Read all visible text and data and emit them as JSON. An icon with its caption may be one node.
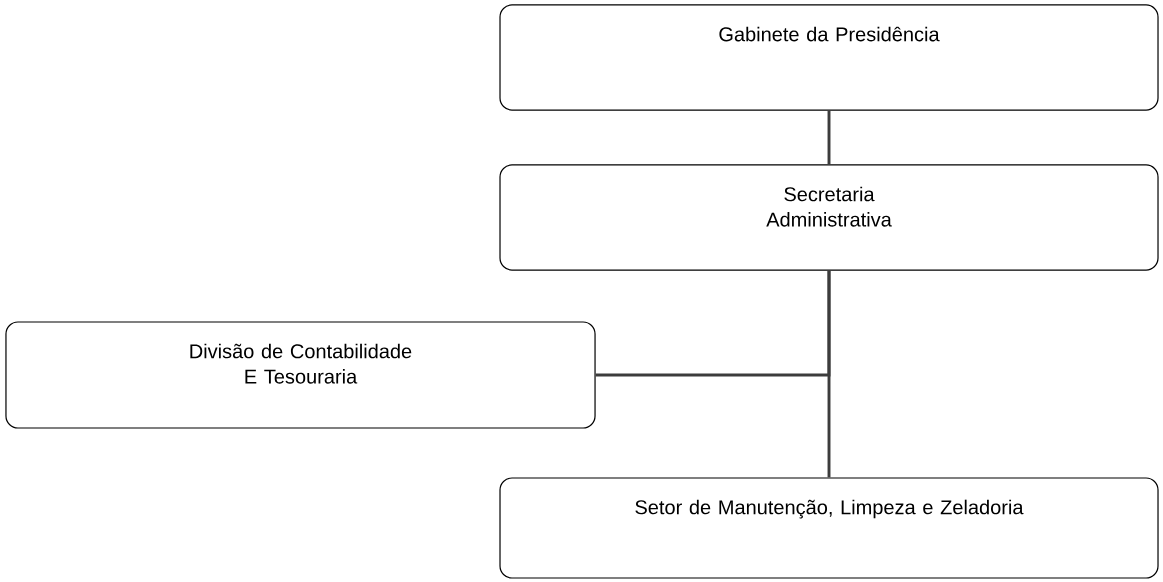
{
  "diagram": {
    "nodes": [
      {
        "text": [
          "Gabinete da Presidência"
        ]
      },
      {
        "text": [
          "Secretaria Administrativa"
        ]
      },
      {
        "text": [
          "Divisão de Contabilidade E Tesouraria"
        ]
      },
      {
        "text": [
          "Setor de Manutenção, Limpeza e Zeladoria"
        ]
      }
    ],
    "edges": [
      {
        "from": 0,
        "to": 1,
        "arrow": "none"
      },
      {
        "from": 1,
        "to": 3,
        "arrow": "none"
      },
      {
        "from": 1,
        "to": 2,
        "arrow": "none"
      }
    ]
  }
}
